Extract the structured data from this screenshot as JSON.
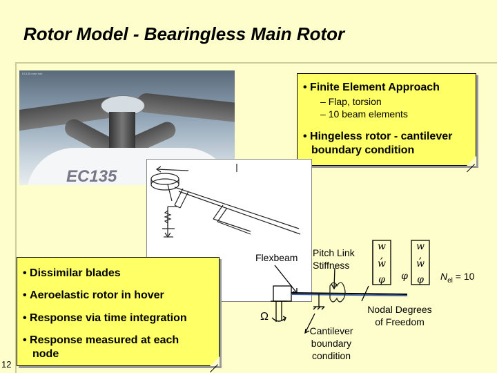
{
  "title": "Rotor Model - Bearingless Main Rotor",
  "photo": {
    "caption": "EC135 rotor hub",
    "fuselage_text": "EC135"
  },
  "note_top": {
    "bullet1": "Finite Element Approach",
    "sub1": "Flap, torsion",
    "sub2": "10 beam elements",
    "bullet2_line1": "Hingeless rotor - cantilever",
    "bullet2_line2": "boundary condition"
  },
  "note_bottom": {
    "bullet1": "Dissimilar blades",
    "bullet2": "Aeroelastic rotor in hover",
    "bullet3": "Response via time integration",
    "bullet4_line1": "Response measured at each",
    "bullet4_line2": "node"
  },
  "diagram_labels": {
    "flexbeam": "Flexbeam",
    "pitch_link_line1": "Pitch Link",
    "pitch_link_line2": "Stiffness",
    "omega": "Ω",
    "cantilever_line1": "Cantilever",
    "cantilever_line2": "boundary",
    "cantilever_line3": "condition",
    "nodal_line1": "Nodal Degrees",
    "nodal_line2": "of Freedom",
    "nel_prefix": "N",
    "nel_sub": "el",
    "nel_value": " = 10",
    "dof_w": "w",
    "dof_wprime": "w",
    "dof_phi": "φ",
    "dof_comma": ","
  },
  "page_number": "12",
  "colors": {
    "background": "#fefecc",
    "note": "#ffff66",
    "rule": "#cccc99"
  }
}
